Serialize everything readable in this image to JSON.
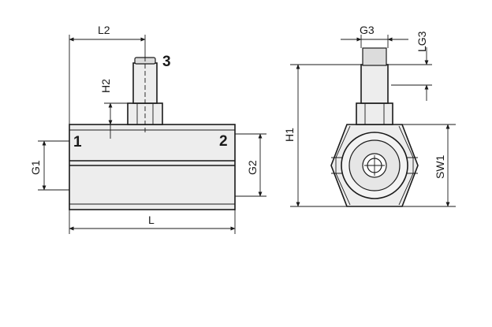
{
  "ports": {
    "port_1": "1",
    "port_2": "2",
    "port_3": "3"
  },
  "dimensions": {
    "L": "L",
    "L2": "L2",
    "H2": "H2",
    "G1": "G1",
    "G2": "G2",
    "G3": "G3",
    "LG3": "LG3",
    "H1": "H1",
    "SW1": "SW1"
  },
  "colors": {
    "line": "#1a1a1a",
    "body_fill": "#ededed",
    "shade_fill": "#dcdcdc",
    "background": "#ffffff"
  }
}
